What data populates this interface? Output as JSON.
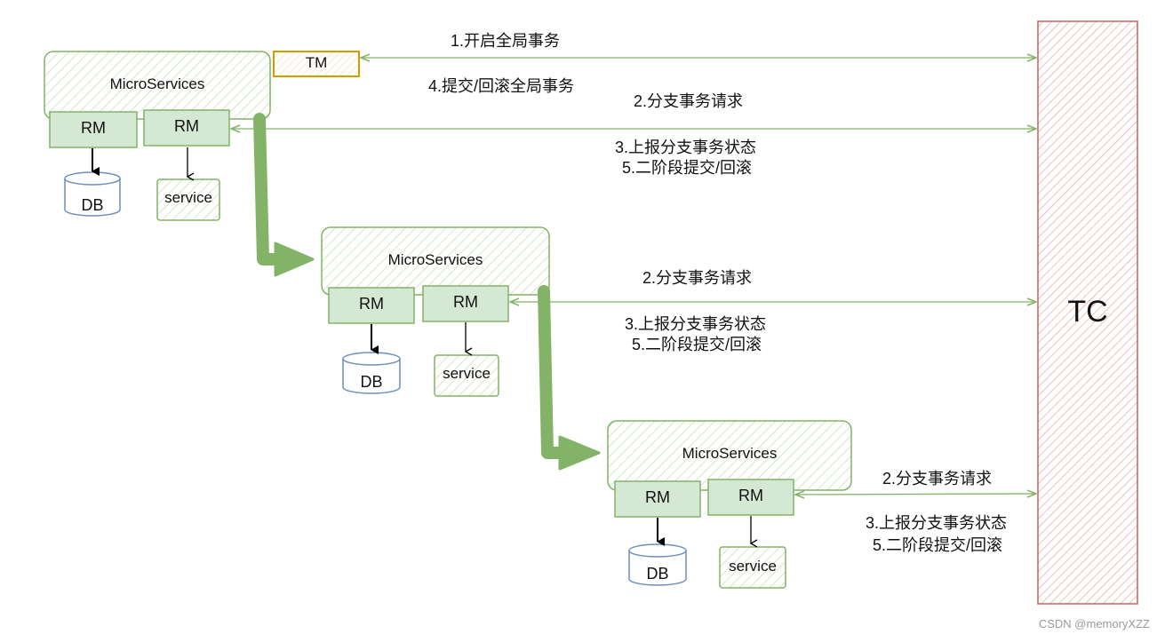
{
  "diagram": {
    "tc_label": "TC",
    "tm_label": "TM",
    "microservice_label": "MicroServices",
    "rm_label": "RM",
    "db_label": "DB",
    "service_label": "service",
    "messages": {
      "open_global": "1.开启全局事务",
      "commit_global": "4.提交/回滚全局事务",
      "branch_request": "2.分支事务请求",
      "report_status": "3.上报分支事务状态",
      "phase_two": "5.二阶段提交/回滚"
    },
    "colors": {
      "green_border": "#82b366",
      "green_fill": "#d5e8d4",
      "green_arrow": "#82b366",
      "tm_border": "#d79b00",
      "tc_border": "#b85450",
      "db_border": "#6c8ebf"
    }
  },
  "watermark": "CSDN @memoryXZZ"
}
